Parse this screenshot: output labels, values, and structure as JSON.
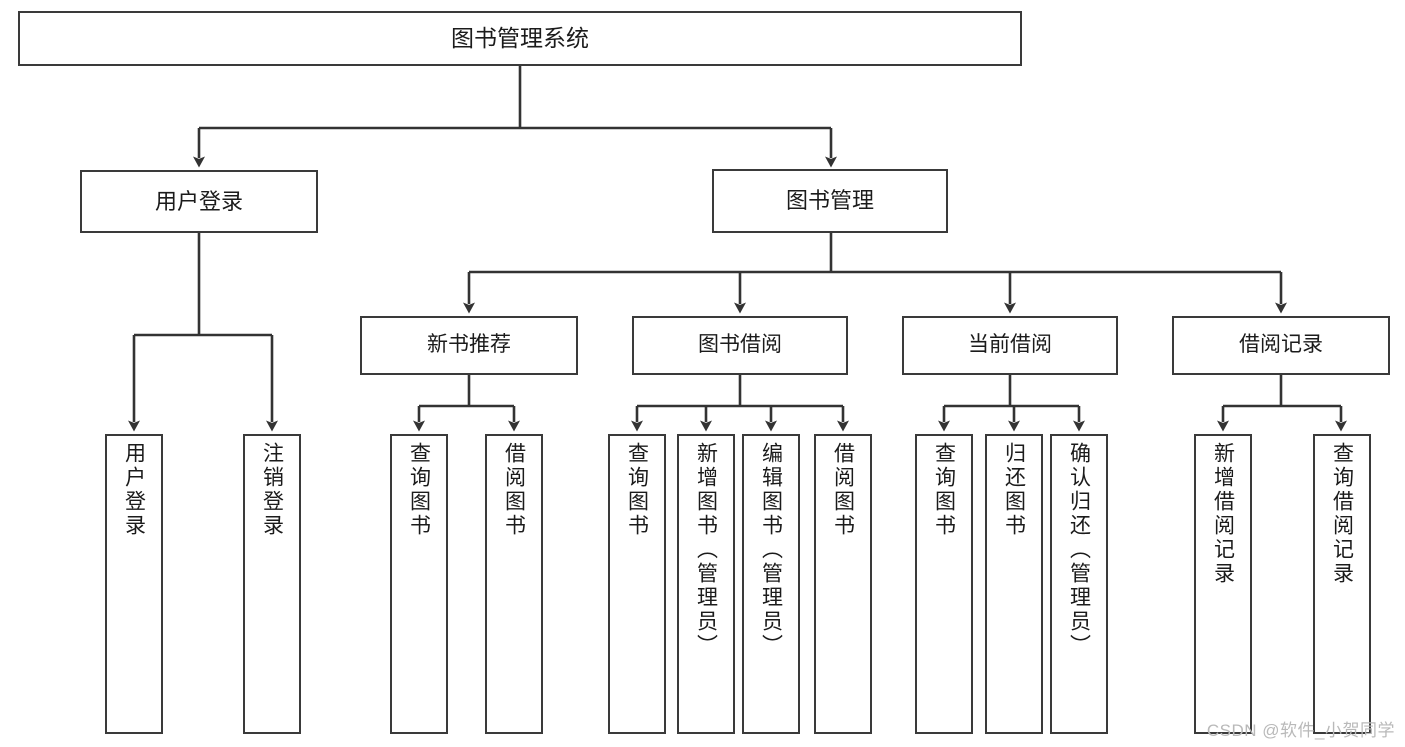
{
  "diagram": {
    "type": "tree-hierarchy",
    "title": "图书管理系统",
    "orientation": "top-down",
    "colors": {
      "box_border": "#3a3a3a",
      "box_fill": "#ffffff",
      "connector": "#333333",
      "text": "#1b1b1b",
      "watermark": "#b9b9b9"
    },
    "root": {
      "label": "图书管理系统"
    },
    "level1": [
      {
        "label": "用户登录"
      },
      {
        "label": "图书管理"
      }
    ],
    "level2": [
      {
        "label": "新书推荐"
      },
      {
        "label": "图书借阅"
      },
      {
        "label": "当前借阅"
      },
      {
        "label": "借阅记录"
      }
    ],
    "leaves": {
      "user_login": [
        {
          "label": "用户登录"
        },
        {
          "label": "注销登录"
        }
      ],
      "new_book_recommend": [
        {
          "label": "查询图书"
        },
        {
          "label": "借阅图书"
        }
      ],
      "book_borrow": [
        {
          "label": "查询图书"
        },
        {
          "label": "新增图书（管理员）"
        },
        {
          "label": "编辑图书（管理员）"
        },
        {
          "label": "借阅图书"
        }
      ],
      "current_borrow": [
        {
          "label": "查询图书"
        },
        {
          "label": "归还图书"
        },
        {
          "label": "确认归还（管理员）"
        }
      ],
      "borrow_record": [
        {
          "label": "新增借阅记录"
        },
        {
          "label": "查询借阅记录"
        }
      ]
    }
  },
  "watermark": {
    "text": "CSDN @软件_小贺同学"
  }
}
